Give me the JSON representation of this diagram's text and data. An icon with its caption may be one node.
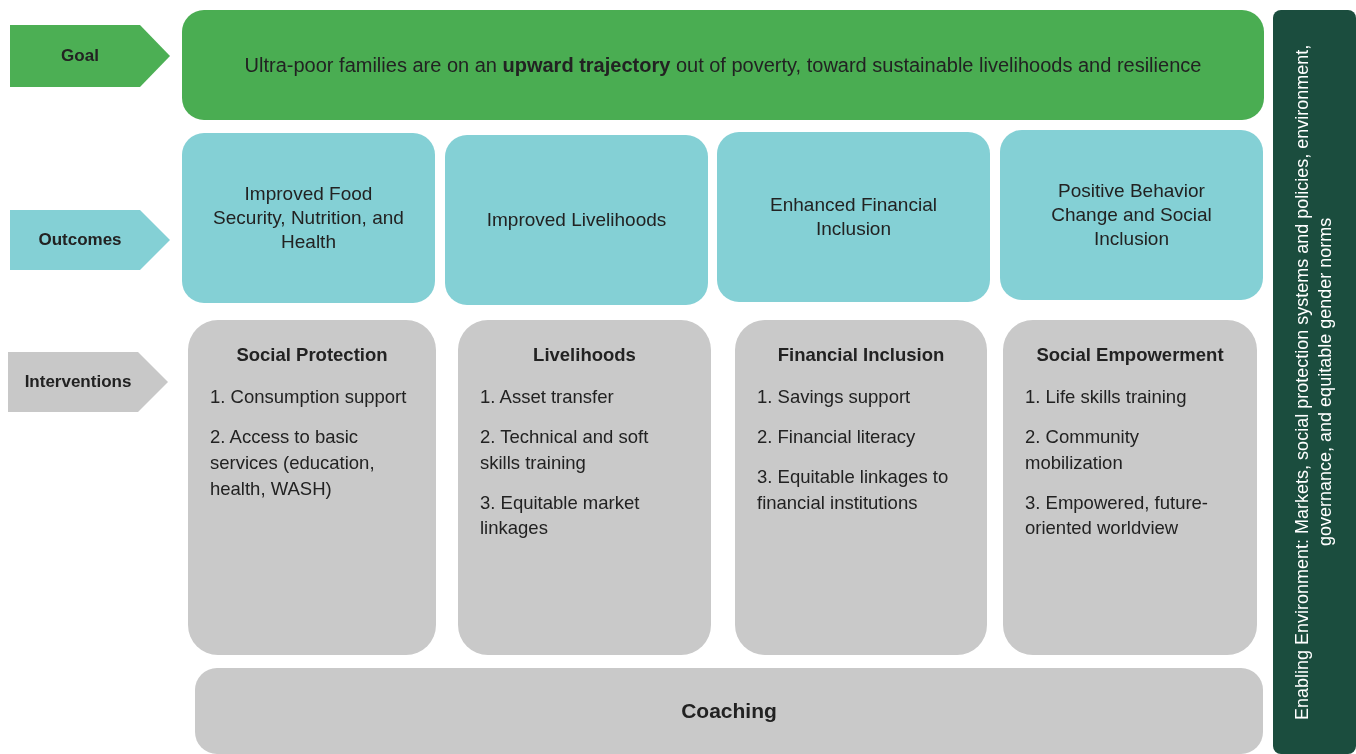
{
  "diagram": {
    "nodes": [
      {
        "text": [
          "Goal"
        ]
      },
      {
        "text": [
          "Ultra-poor families are on an **upward trajectory** out of poverty, toward sustainable livelihoods and resilience"
        ]
      },
      {
        "text": [
          "Enabling Environment: Markets, social protection systems and policies, environment, governance, and equitable gender norms"
        ]
      },
      {
        "text": [
          "Outcomes"
        ]
      },
      {
        "text": [
          "Improved Food Security, Nutrition, and Health"
        ]
      },
      {
        "text": [
          "Improved Livelihoods"
        ]
      },
      {
        "text": [
          "Enhanced Financial Inclusion"
        ]
      },
      {
        "text": [
          "Positive Behavior Change and Social Inclusion"
        ]
      },
      {
        "text": [
          "Interventions"
        ]
      },
      {
        "text": [
          "Social Protection",
          "1. Consumption support",
          "2. Access to basic services (education, health, WASH)"
        ]
      },
      {
        "text": [
          "Livelihoods",
          "1. Asset transfer",
          "2. Technical and soft skills training",
          "3. Equitable market linkages"
        ]
      },
      {
        "text": [
          "Financial Inclusion",
          "1. Savings support",
          "2. Financial literacy",
          "3. Equitable linkages to financial institutions"
        ]
      },
      {
        "text": [
          "Social Empowerment",
          "1. Life skills training",
          "2. Community mobilization",
          "3. Empowered, future-oriented worldview"
        ]
      },
      {
        "text": [
          "Coaching"
        ]
      }
    ]
  }
}
